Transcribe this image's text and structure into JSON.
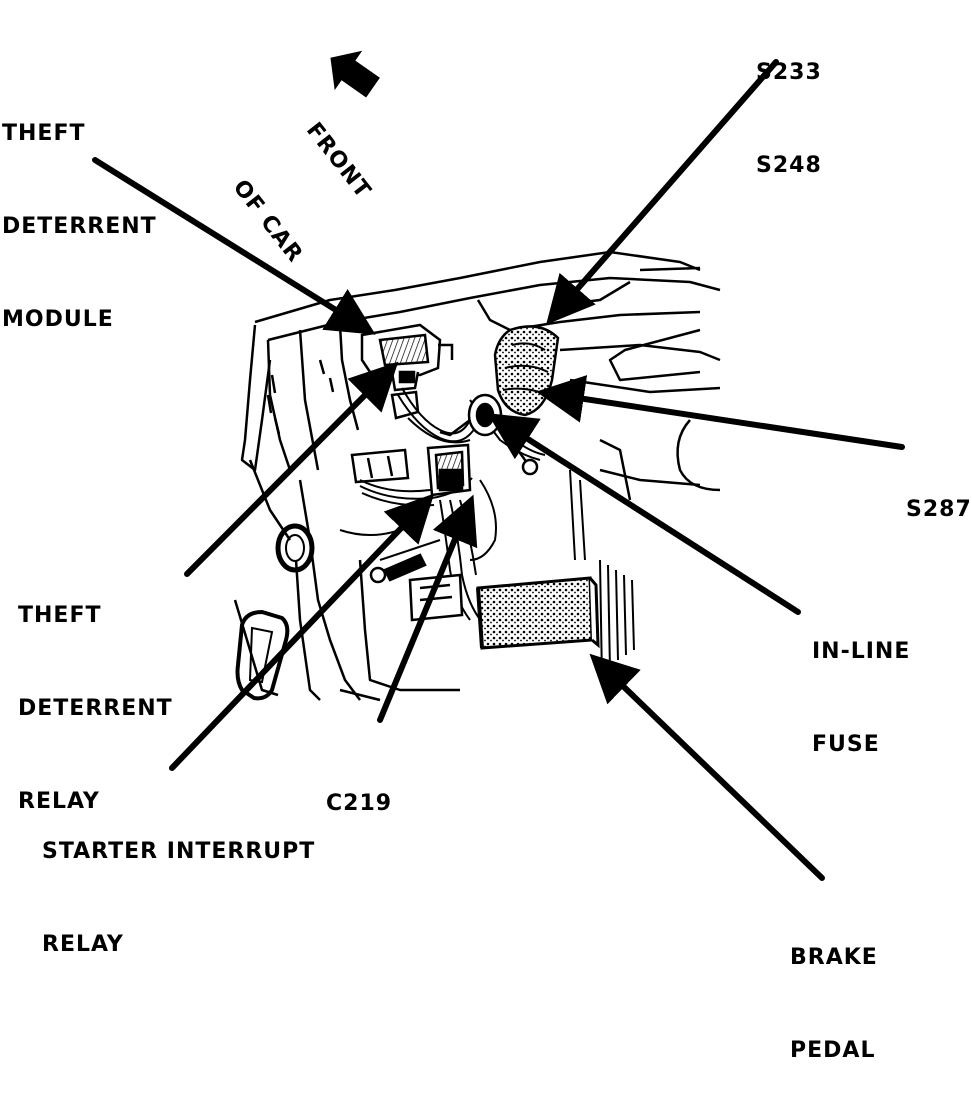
{
  "labels": {
    "theft_module": [
      "THEFT",
      "DETERRENT",
      "MODULE"
    ],
    "front_of_car": [
      "FRONT",
      "OF CAR"
    ],
    "splices_top": [
      "S233",
      "S248"
    ],
    "s287": "S287",
    "theft_relay": [
      "THEFT",
      "DETERRENT",
      "RELAY"
    ],
    "inline_fuse": [
      "IN-LINE",
      "FUSE"
    ],
    "c219": "C219",
    "starter_relay": [
      "STARTER INTERRUPT",
      "RELAY"
    ],
    "brake_pedal": [
      "BRAKE",
      "PEDAL"
    ]
  },
  "colors": {
    "ink": "#000000",
    "paper": "#ffffff",
    "shade": "#555555"
  }
}
